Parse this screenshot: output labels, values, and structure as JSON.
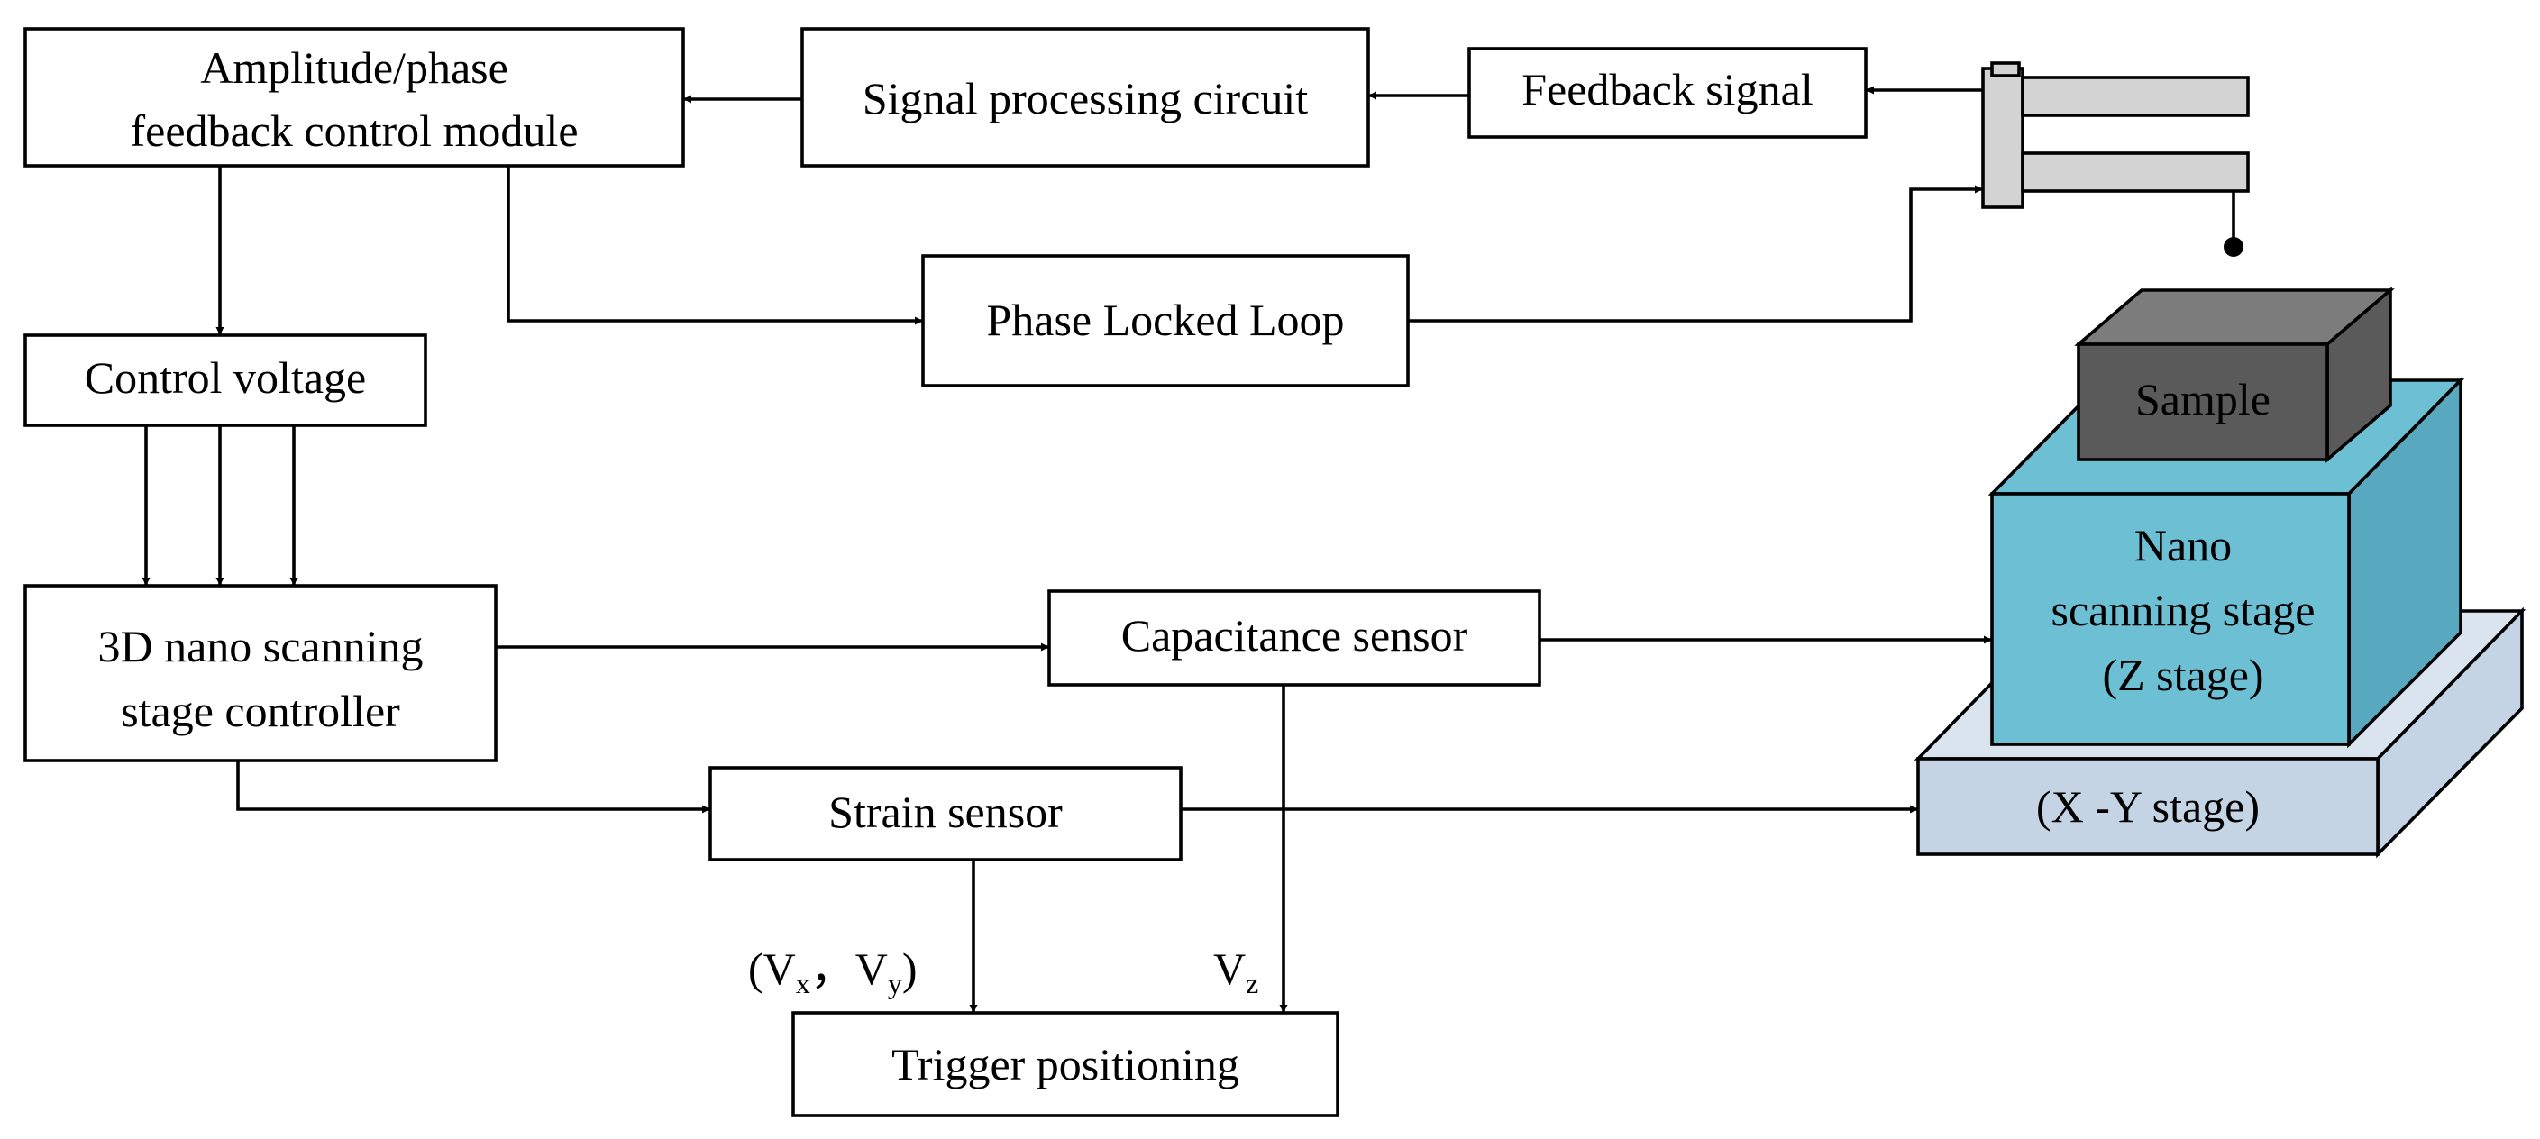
{
  "blocks": {
    "amplitude_phase": [
      "Amplitude/phase",
      "feedback control module"
    ],
    "signal_processing": "Signal processing circuit",
    "feedback_signal": "Feedback signal",
    "phase_locked_loop": "Phase Locked Loop",
    "control_voltage": "Control voltage",
    "stage_controller": [
      "3D nano scanning",
      "stage controller"
    ],
    "capacitance_sensor": "Capacitance sensor",
    "strain_sensor": "Strain sensor",
    "trigger_positioning": "Trigger positioning"
  },
  "stage": {
    "sample": "Sample",
    "z_stage": [
      "Nano",
      "scanning stage",
      "(Z  stage)"
    ],
    "xy_stage": "(X -Y stage)"
  },
  "signals": {
    "vxy_open": "(V",
    "vx_sub": "x",
    "vxy_sep": "，V",
    "vy_sub": "y",
    "vxy_close": ")",
    "vz_main": "V",
    "vz_sub": "z"
  },
  "colors": {
    "z_stage_front": "#6dbfd3",
    "z_stage_side": "#58a9bf",
    "xy_stage_front": "#c5d4e4",
    "xy_stage_top": "#d9e4ef",
    "sample_front": "#5a5a5a",
    "sample_top": "#7c7c7c",
    "cantilever": "#d3d3d3"
  }
}
